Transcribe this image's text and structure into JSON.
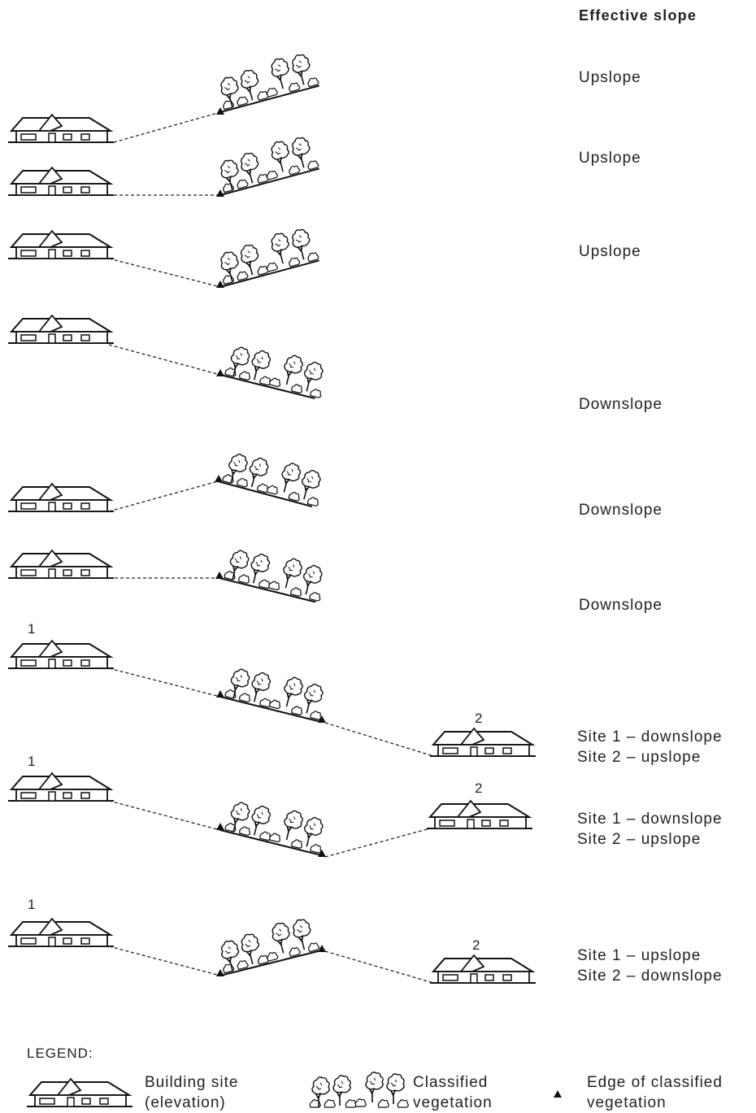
{
  "heading": "Effective slope",
  "labels": {
    "r1": "Upslope",
    "r2": "Upslope",
    "r3": "Upslope",
    "r4": "Downslope",
    "r5": "Downslope",
    "r6": "Downslope",
    "r7a": "Site 1 – downslope",
    "r7b": "Site 2 – upslope",
    "r8a": "Site 1 – downslope",
    "r8b": "Site 2 – upslope",
    "r9a": "Site 1 – upslope",
    "r9b": "Site 2 – downslope"
  },
  "site_numbers": {
    "one": "1",
    "two": "2"
  },
  "legend": {
    "title": "LEGEND:",
    "building_line1": "Building site",
    "building_line2": "(elevation)",
    "vegetation_line1": "Classified",
    "vegetation_line2": "vegetation",
    "edge_line1": "Edge of classified",
    "edge_line2": "vegetation"
  },
  "icons": [
    "building-icon",
    "vegetation-icon",
    "edge-triangle-icon"
  ]
}
